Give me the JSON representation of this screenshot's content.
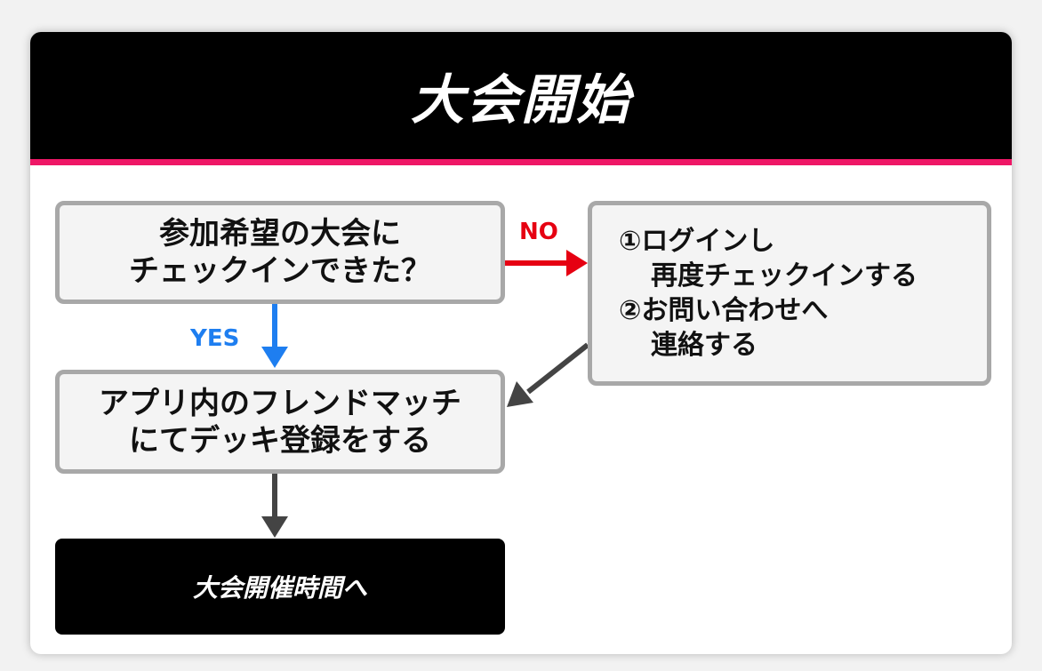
{
  "header": {
    "title": "大会開始"
  },
  "question": {
    "lines": [
      "参加希望の大会に",
      "チェックインできた？"
    ]
  },
  "branch_no": {
    "label": "NO",
    "lines": [
      "①ログインし",
      "再度チェックインする",
      "②お問い合わせへ",
      "連絡する"
    ]
  },
  "branch_yes": {
    "label": "YES"
  },
  "deck_step": {
    "lines": [
      "アプリ内のフレンドマッチ",
      "にてデッキ登録をする"
    ]
  },
  "final_step": {
    "label": "大会開催時間へ"
  },
  "colors": {
    "header_bg": "#000000",
    "header_accent": "#ee1766",
    "no_arrow": "#e60012",
    "yes_arrow": "#1e7ef0",
    "flow_arrow": "#444444",
    "box_border": "#a8a8a8"
  }
}
